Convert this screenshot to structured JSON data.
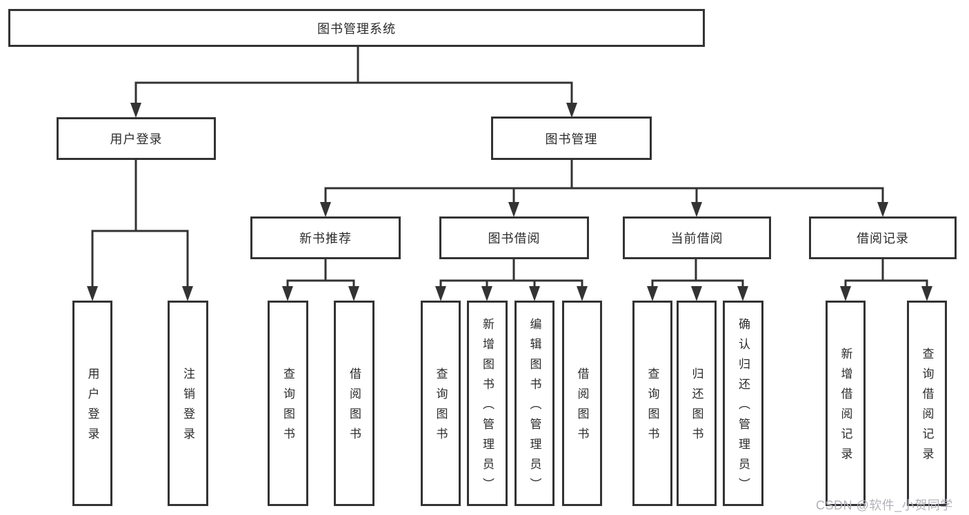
{
  "diagram": {
    "type": "tree",
    "root": "图书管理系统",
    "branches": [
      {
        "label": "用户登录",
        "leaves": [
          "用户登录",
          "注销登录"
        ]
      },
      {
        "label": "图书管理",
        "sections": [
          {
            "label": "新书推荐",
            "leaves": [
              "查询图书",
              "借阅图书"
            ]
          },
          {
            "label": "图书借阅",
            "leaves": [
              "查询图书",
              "新增图书（管理员）",
              "编辑图书（管理员）",
              "借阅图书"
            ]
          },
          {
            "label": "当前借阅",
            "leaves": [
              "查询图书",
              "归还图书",
              "确认归还（管理员）"
            ]
          },
          {
            "label": "借阅记录",
            "leaves": [
              "新增借阅记录",
              "查询借阅记录"
            ]
          }
        ]
      }
    ],
    "watermark": "CSDN @软件_小贺同学",
    "colors": {
      "line": "#333333",
      "text": "#2b2b2b",
      "watermark": "#b2b2bc",
      "background": "#ffffff"
    }
  }
}
